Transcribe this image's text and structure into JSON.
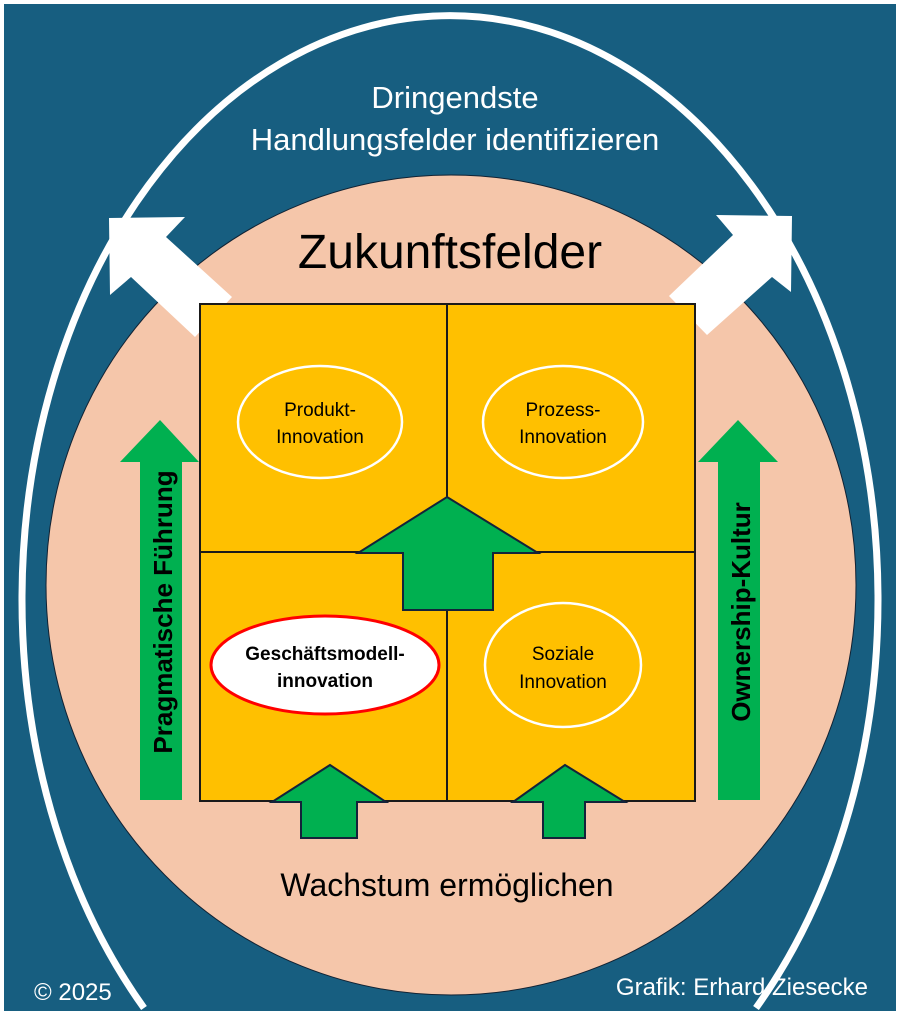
{
  "header": {
    "line1": "Dringendste",
    "line2": "Handlungsfelder identifizieren"
  },
  "title": "Zukunftsfelder",
  "fields": {
    "produkt": {
      "line1": "Produkt-",
      "line2": "Innovation"
    },
    "prozess": {
      "line1": "Prozess-",
      "line2": "Innovation"
    },
    "geschaeftsmodell": {
      "line1": "Geschäftsmodell-",
      "line2": "innovation"
    },
    "sozial": {
      "line1": "Soziale",
      "line2": "Innovation"
    }
  },
  "side_left": "Pragmatische Führung",
  "side_right": "Ownership-Kultur",
  "bottom": "Wachstum ermöglichen",
  "footer": {
    "copyright": "© 2025",
    "credit": "Grafik: Erhard Ziesecke"
  },
  "colors": {
    "background": "#175E80",
    "peach": "#F5C6AA",
    "gold": "#FFC000",
    "green": "#00B050",
    "highlight": "#FF0000"
  }
}
